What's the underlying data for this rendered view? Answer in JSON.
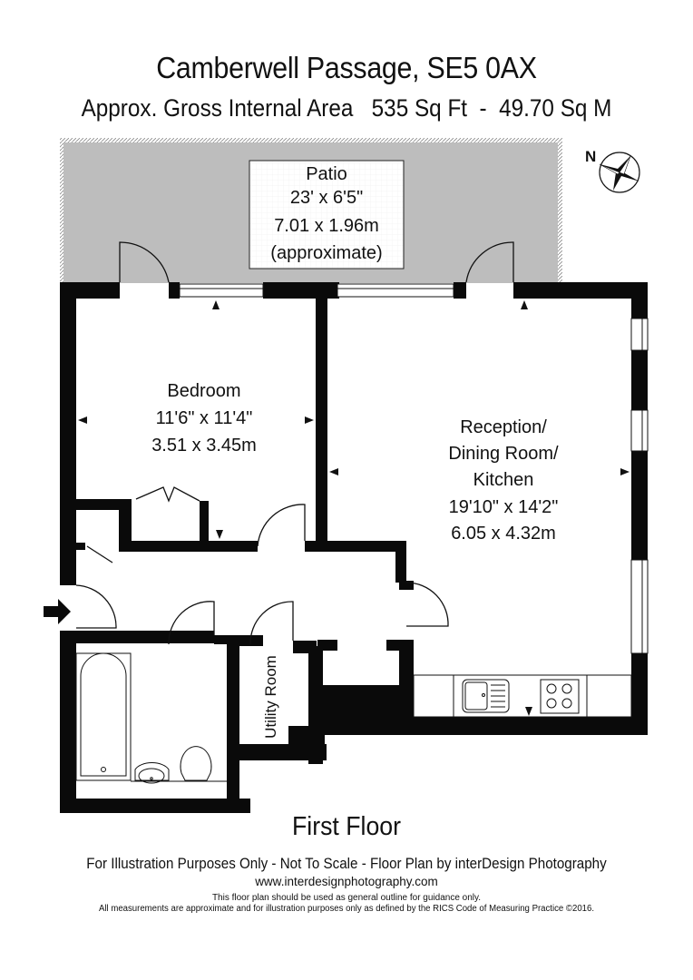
{
  "header": {
    "title": "Camberwell Passage, SE5 0AX",
    "area_line": "Approx. Gross Internal Area   535 Sq Ft  -  49.70 Sq M",
    "area_sq_ft": "535 Sq Ft",
    "area_sq_m": "49.70 Sq M"
  },
  "compass": {
    "label": "N"
  },
  "rooms": {
    "patio": {
      "name": "Patio",
      "imperial": "23' x 6'5\"",
      "metric": "7.01 x 1.96m",
      "note": "(approximate)"
    },
    "bedroom": {
      "name": "Bedroom",
      "imperial": "11'6\" x 11'4\"",
      "metric": "3.51 x 3.45m"
    },
    "reception": {
      "name_line1": "Reception/",
      "name_line2": "Dining Room/",
      "name_line3": "Kitchen",
      "imperial": "19'10\" x 14'2\"",
      "metric": "6.05 x 4.32m"
    },
    "utility": {
      "name": "Utility Room"
    }
  },
  "colors": {
    "wall": "#0a0a0a",
    "patio_fill": "#bdbdbd",
    "background": "#ffffff"
  },
  "footer": {
    "floor": "First Floor",
    "disclaimer": "For Illustration Purposes Only - Not To Scale - Floor Plan by interDesign Photography",
    "website": "www.interdesignphotography.com",
    "fine_print_1": "This floor plan should be used as general outline for guidance only.",
    "fine_print_2": "All measurements are approximate and for illustration purposes only as defined by the RICS Code of Measuring Practice ©2016."
  }
}
